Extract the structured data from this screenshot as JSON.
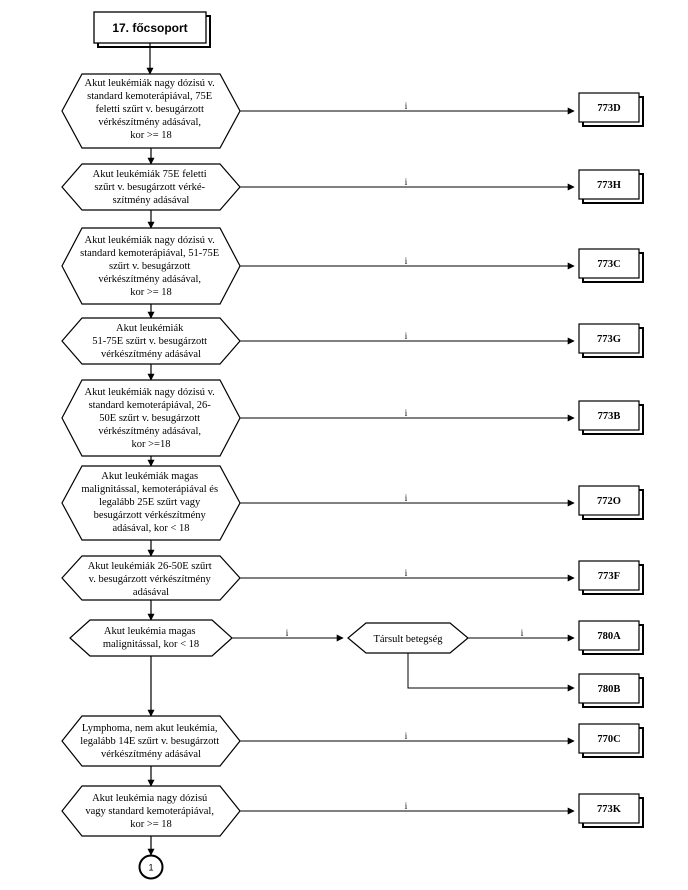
{
  "title": "17. főcsoport",
  "yes_label": "i",
  "decisions": [
    {
      "lines": [
        "Akut leukémiák nagy dózisú v.",
        "standard kemoterápiával, 75E",
        "feletti szűrt v. besugárzott",
        "vérkészítmény adásával,",
        "kor >= 18"
      ],
      "result": "773D"
    },
    {
      "lines": [
        "Akut leukémiák 75E feletti",
        "szűrt v. besugárzott  vérké-",
        "szítmény adásával"
      ],
      "result": "773H"
    },
    {
      "lines": [
        "Akut leukémiák nagy dózisú v.",
        "standard kemoterápiával, 51-75E",
        "szűrt v. besugárzott",
        "vérkészítmény adásával,",
        "kor >= 18"
      ],
      "result": "773C"
    },
    {
      "lines": [
        "Akut leukémiák",
        "51-75E szűrt v. besugárzott",
        "vérkészítmény adásával"
      ],
      "result": "773G"
    },
    {
      "lines": [
        "Akut leukémiák nagy dózisú v.",
        "standard kemoterápiával, 26-",
        "50E szűrt v. besugárzott",
        "vérkészítmény adásával,",
        "kor >=18"
      ],
      "result": "773B"
    },
    {
      "lines": [
        "Akut leukémiák magas",
        "malignitással, kemoterápiával és",
        "legalább 25E szűrt vagy",
        "besugárzott vérkészítmény",
        "adásával, kor < 18"
      ],
      "result": "772O"
    },
    {
      "lines": [
        "Akut leukémiák 26-50E szűrt",
        "v. besugárzott  vérkészítmény",
        "adásával"
      ],
      "result": "773F"
    },
    {
      "lines": [
        "Akut leukémia magas",
        "malignitással, kor < 18"
      ],
      "result": ""
    },
    {
      "lines": [
        "Lymphoma, nem akut leukémia,",
        "legalább 14E szűrt v. besugárzott",
        "vérkészítmény adásával"
      ],
      "result": "770C"
    },
    {
      "lines": [
        "Akut leukémia nagy dózisú",
        "vagy standard kemoterápiával,",
        "kor >= 18"
      ],
      "result": "773K"
    }
  ],
  "sub_decision": {
    "label": "Társult betegség",
    "yes_result": "780A",
    "no_result": "780B"
  },
  "connector": "1"
}
